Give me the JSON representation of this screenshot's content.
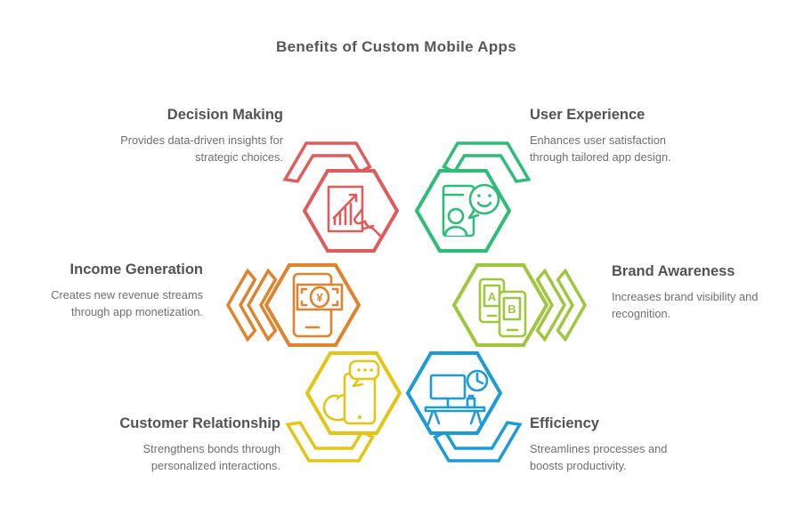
{
  "title": "Benefits of Custom Mobile Apps",
  "icon_text": {
    "phone_a": "A",
    "phone_b": "B",
    "currency": "¥"
  },
  "benefits": [
    {
      "id": "decision-making",
      "label": "Decision Making",
      "description": "Provides data-driven insights for strategic choices.",
      "color": "#e05c5c",
      "icon": "document-chart-hand-icon"
    },
    {
      "id": "user-experience",
      "label": "User Experience",
      "description": "Enhances user satisfaction through tailored app design.",
      "color": "#2dbd77",
      "icon": "phone-person-smiley-icon"
    },
    {
      "id": "income-generation",
      "label": "Income Generation",
      "description": "Creates new revenue streams through app monetization.",
      "color": "#e0832d",
      "icon": "phone-banknote-yen-icon"
    },
    {
      "id": "brand-awareness",
      "label": "Brand Awareness",
      "description": "Increases brand visibility and recognition.",
      "color": "#9ec73e",
      "icon": "phones-ab-compare-icon"
    },
    {
      "id": "customer-relationship",
      "label": "Customer Relationship",
      "description": "Strengthens bonds through personalized interactions.",
      "color": "#e3c614",
      "icon": "hand-phone-chat-icon"
    },
    {
      "id": "efficiency",
      "label": "Efficiency",
      "description": "Streamlines processes and boosts productivity.",
      "color": "#1b9cd6",
      "icon": "desk-monitor-clock-icon"
    }
  ],
  "colors": {
    "title_text": "#56575a",
    "heading_text": "#525356",
    "body_text": "#6e6f72",
    "background": "#ffffff"
  }
}
